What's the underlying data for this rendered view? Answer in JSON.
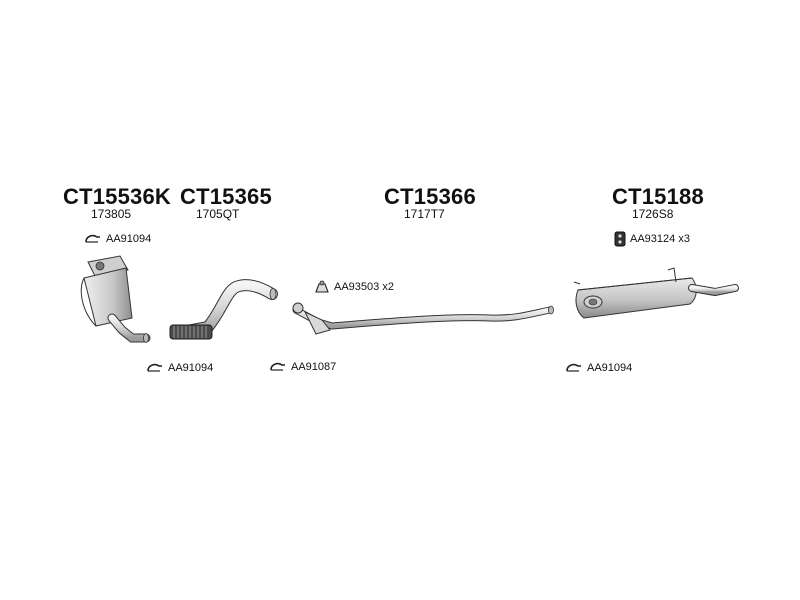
{
  "parts": [
    {
      "code": "CT15536K",
      "ref": "173805"
    },
    {
      "code": "CT15365",
      "ref": "1705QT"
    },
    {
      "code": "CT15366",
      "ref": "1717T7"
    },
    {
      "code": "CT15188",
      "ref": "1726S8"
    }
  ],
  "accessories": [
    {
      "label": "AA91094",
      "icon": "clamp-icon"
    },
    {
      "label": "AA93124 x3",
      "icon": "rubber-mount-icon"
    },
    {
      "label": "AA93503 x2",
      "icon": "bracket-icon"
    },
    {
      "label": "AA91094",
      "icon": "clamp-icon"
    },
    {
      "label": "AA91087",
      "icon": "clamp-icon"
    },
    {
      "label": "AA91094",
      "icon": "clamp-icon"
    }
  ],
  "colors": {
    "line": "#333333",
    "fill": "#dcdcdc",
    "shade": "#9a9a9a"
  }
}
